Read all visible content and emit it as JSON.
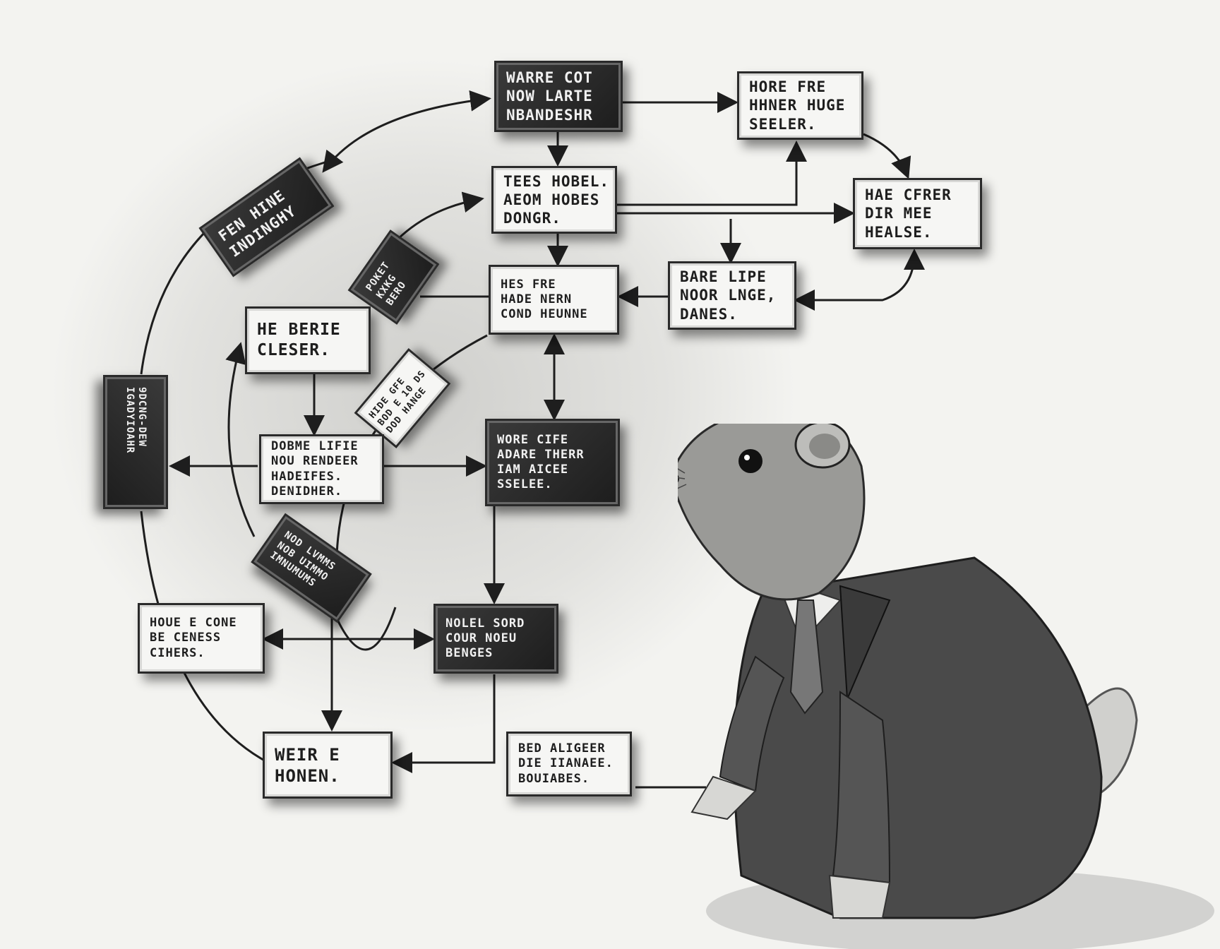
{
  "boxes": [
    {
      "id": "warre",
      "lines": [
        "WARRE COT",
        "NOW LARTE",
        "NBANDESHR"
      ]
    },
    {
      "id": "hore",
      "lines": [
        "HORE FRE",
        "HHNER HUGE",
        "SEELER."
      ]
    },
    {
      "id": "tees",
      "lines": [
        "TEES HOBEL.",
        "AEOM HOBES",
        "DONGR."
      ]
    },
    {
      "id": "hae",
      "lines": [
        "HAE CFRER",
        "DIR MEE",
        "HEALSE."
      ]
    },
    {
      "id": "bare",
      "lines": [
        "BARE LIPE",
        "NOOR LNGE,",
        "DANES."
      ]
    },
    {
      "id": "hes",
      "lines": [
        "HES FRE",
        "HADE NERN",
        "COND HEUNNE"
      ]
    },
    {
      "id": "heberie",
      "lines": [
        "HE BERIE",
        "CLESER."
      ]
    },
    {
      "id": "fenhine",
      "lines": [
        "FEN HINE",
        "INDINGHY"
      ]
    },
    {
      "id": "poket",
      "lines": [
        "POKET",
        "KXKG",
        "BERO"
      ]
    },
    {
      "id": "vertical",
      "lines": [
        "9DCNG-DEW",
        "IGADYIOAHR"
      ]
    },
    {
      "id": "hidegfe",
      "lines": [
        "HIDE GFE",
        "BOD E 10 DS",
        "DOD HANGE"
      ]
    },
    {
      "id": "dobme",
      "lines": [
        "DOBME LIFIE",
        "NOU RENDEER",
        "HADEIFES.",
        "DENIDHER."
      ]
    },
    {
      "id": "wore",
      "lines": [
        "WORE CIFE",
        "ADARE THERR",
        "IAM AICEE",
        "SSELEE."
      ]
    },
    {
      "id": "nod",
      "lines": [
        "NOD LVMMS",
        "NOB UIMMO",
        "IMNUMUMS"
      ]
    },
    {
      "id": "houe",
      "lines": [
        "HOUE E CONE",
        "BE CENESS",
        "CIHERS."
      ]
    },
    {
      "id": "nolel",
      "lines": [
        "NOLEL SORD",
        "COUR NOEU",
        "BENGES"
      ]
    },
    {
      "id": "weir",
      "lines": [
        "WEIR E",
        "HONEN."
      ]
    },
    {
      "id": "bed",
      "lines": [
        "BED ALIGEER",
        "DIE IIANAEE.",
        "BOUIABES."
      ]
    }
  ],
  "colors": {
    "paper": "#f4f4f1",
    "ink": "#1e1e1e",
    "dark_box": "#262626"
  }
}
